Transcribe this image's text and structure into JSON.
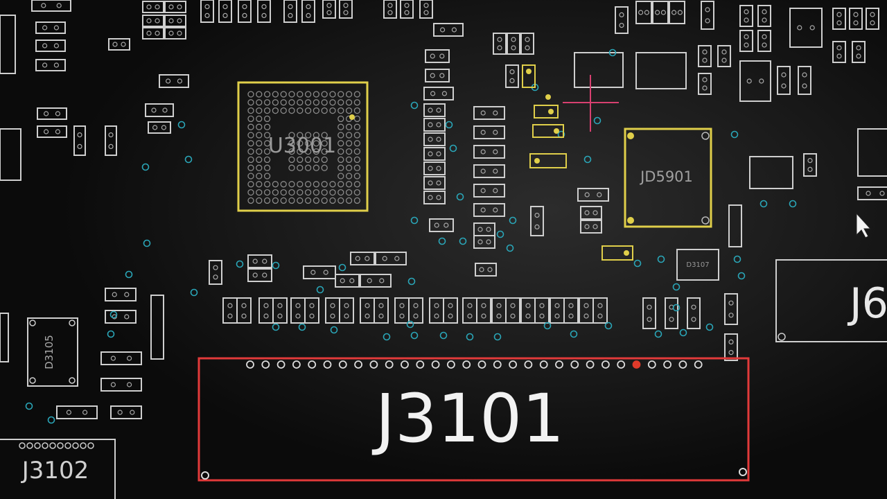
{
  "board": {
    "title": "PCB layout viewer",
    "background_color": "#121212",
    "silkscreen_color": "#d8d8d8",
    "selected_outline_color": "#e8d84a",
    "highlight_outline_color": "#e23a3a",
    "via_color": "#2aa6b8",
    "cursor_color": "#e04070",
    "designators": {
      "u3001": "U3001",
      "jd5901": "JD5901",
      "j3101": "J3101",
      "j3102": "J3102",
      "d3105": "D3105",
      "d3107": "D3107",
      "partial_right": "J6"
    }
  }
}
